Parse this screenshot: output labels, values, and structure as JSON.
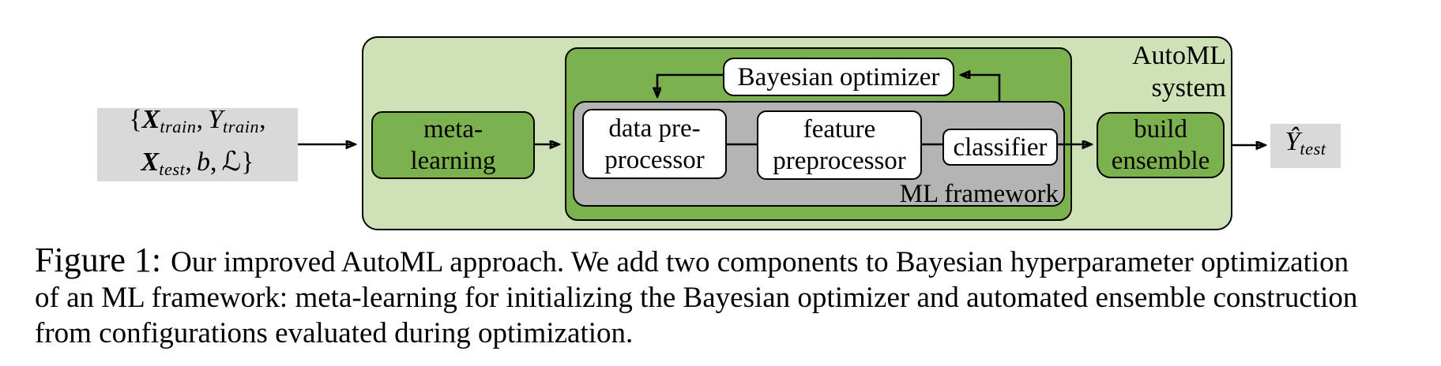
{
  "colors": {
    "light_green": "#cfe2b7",
    "medium_green": "#7bb24e",
    "framework_gray": "#b4b4b4",
    "io_gray": "#d9d9d9",
    "line_black": "#000000"
  },
  "diagram": {
    "input": {
      "open_brace": "{",
      "x_train_var": "X",
      "x_train_sub": "train",
      "comma_1": ",",
      "y_train_var": "Y",
      "y_train_sub": "train",
      "comma_2": ",",
      "x_test_var": "X",
      "x_test_sub": "test",
      "comma_3": ",",
      "budget_var": "b",
      "comma_4": ",",
      "loss_var": "ℒ",
      "close_brace": "}"
    },
    "automl_system": {
      "label_line1": "AutoML",
      "label_line2": "system",
      "meta_learning": {
        "line1": "meta-",
        "line2": "learning"
      },
      "bayesian_optimizer": {
        "label": "Bayesian optimizer"
      },
      "ml_framework": {
        "label": "ML framework",
        "data_preprocessor": {
          "line1": "data pre-",
          "line2": "processor"
        },
        "feature_preprocessor": {
          "line1": "feature",
          "line2": "preprocessor"
        },
        "classifier": {
          "label": "classifier"
        }
      },
      "build_ensemble": {
        "line1": "build",
        "line2": "ensemble"
      }
    },
    "output": {
      "y_hat_var": "Ŷ",
      "y_hat_sub": "test"
    }
  },
  "caption": {
    "label": "Figure 1:",
    "line1": "Our improved AutoML approach. We add two components to Bayesian hyperparameter optimization",
    "line2": "of an ML framework: meta-learning for initializing the Bayesian optimizer and automated ensemble construction",
    "line3": "from configurations evaluated during optimization."
  }
}
